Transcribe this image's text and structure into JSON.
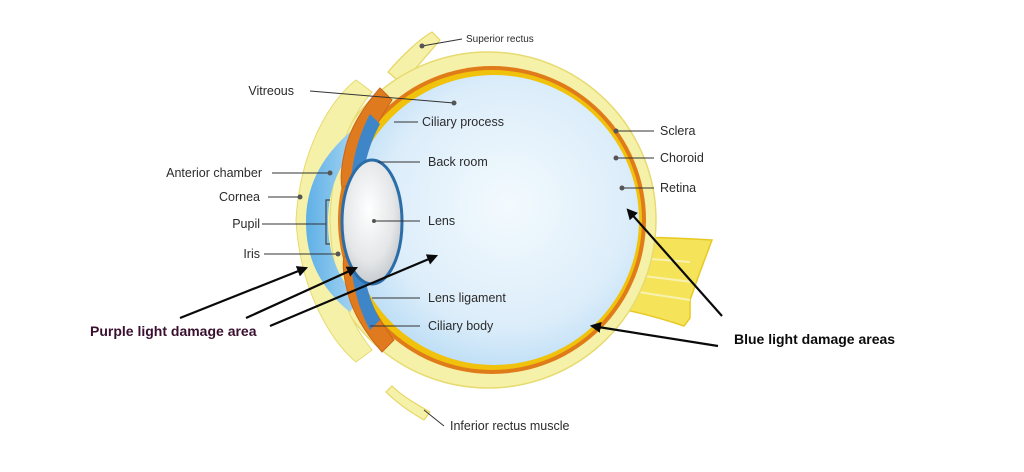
{
  "labels": {
    "superior_rectus": "Superior rectus",
    "vitreous": "Vitreous",
    "ciliary_process": "Ciliary process",
    "back_room": "Back room",
    "anterior_chamber": "Anterior chamber",
    "cornea": "Cornea",
    "pupil": "Pupil",
    "lens": "Lens",
    "iris": "Iris",
    "lens_ligament": "Lens ligament",
    "ciliary_body": "Ciliary body",
    "inferior_rectus": "Inferior rectus muscle",
    "sclera": "Sclera",
    "choroid": "Choroid",
    "retina": "Retina"
  },
  "callouts": {
    "purple_light": "Purple light damage area",
    "blue_light": "Blue light damage areas"
  },
  "colors": {
    "sclera": "#f6f1a8",
    "choroid": "#e07b1a",
    "retina_layer": "#f0c20c",
    "vitreous": "#d6ecfb",
    "cornea": "#7fc2ec",
    "iris": "#df7a1e",
    "lens": "#dde0e3",
    "lens_edge": "#2a6da8",
    "purple_text": "#3a1030",
    "blue_text": "#0b0b0b"
  }
}
